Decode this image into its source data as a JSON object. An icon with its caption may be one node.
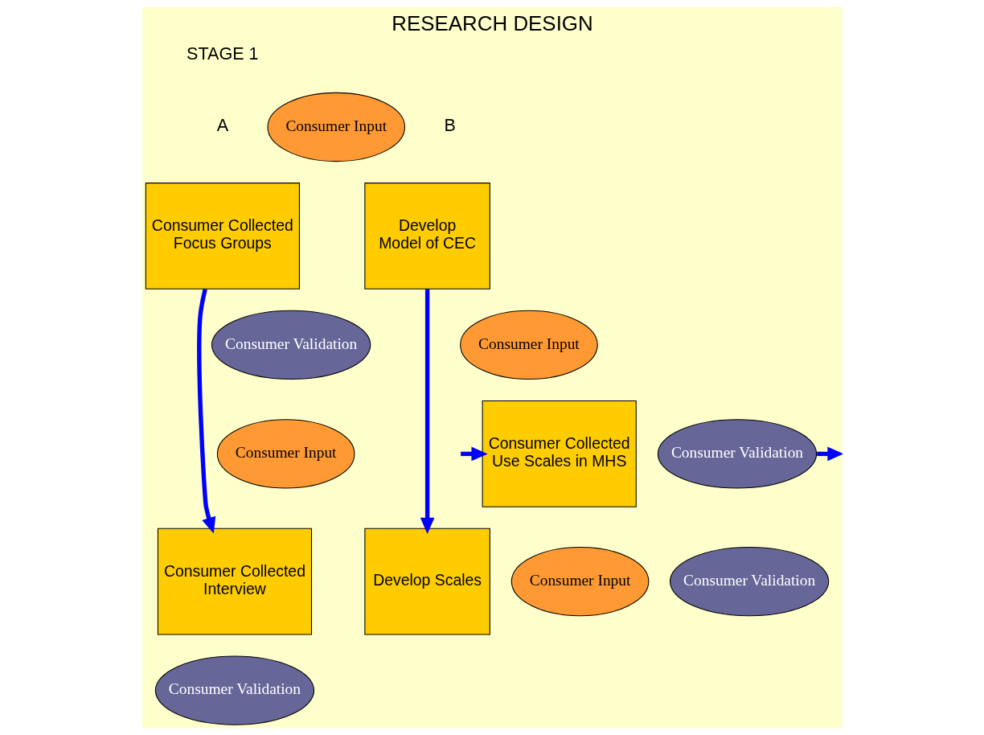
{
  "diagram": {
    "title": "RESEARCH DESIGN",
    "nodes": [
      {
        "text": [
          "Consumer Collected",
          "Focus Groups"
        ]
      },
      {
        "text": [
          "Consumer Collected",
          "Interview"
        ]
      },
      {
        "text": [
          "Develop",
          "Model of CEC"
        ]
      },
      {
        "text": [
          "Develop Scales"
        ]
      },
      {
        "text": [
          "Consumer Collected",
          "Use Scales in MHS"
        ]
      },
      {
        "text": [
          "Consumer Input"
        ]
      },
      {
        "text": [
          "Consumer Input"
        ]
      },
      {
        "text": [
          "Consumer Validation"
        ]
      },
      {
        "text": [
          "Consumer Validation"
        ]
      },
      {
        "text": [
          "Consumer Input"
        ]
      },
      {
        "text": [
          "Consumer Input"
        ]
      },
      {
        "text": [
          "Consumer Validation"
        ]
      },
      {
        "text": [
          "Consumer Validation"
        ]
      }
    ],
    "edges": [
      {
        "from": 0,
        "to": 1,
        "arrow": "to"
      },
      {
        "from": 2,
        "to": 3,
        "arrow": "to"
      },
      {
        "from": 7,
        "to": null,
        "arrow": "to"
      },
      {
        "from": null,
        "to": 4,
        "arrow": "to"
      }
    ],
    "labels": [
      "STAGE 1",
      "A",
      "B"
    ]
  }
}
